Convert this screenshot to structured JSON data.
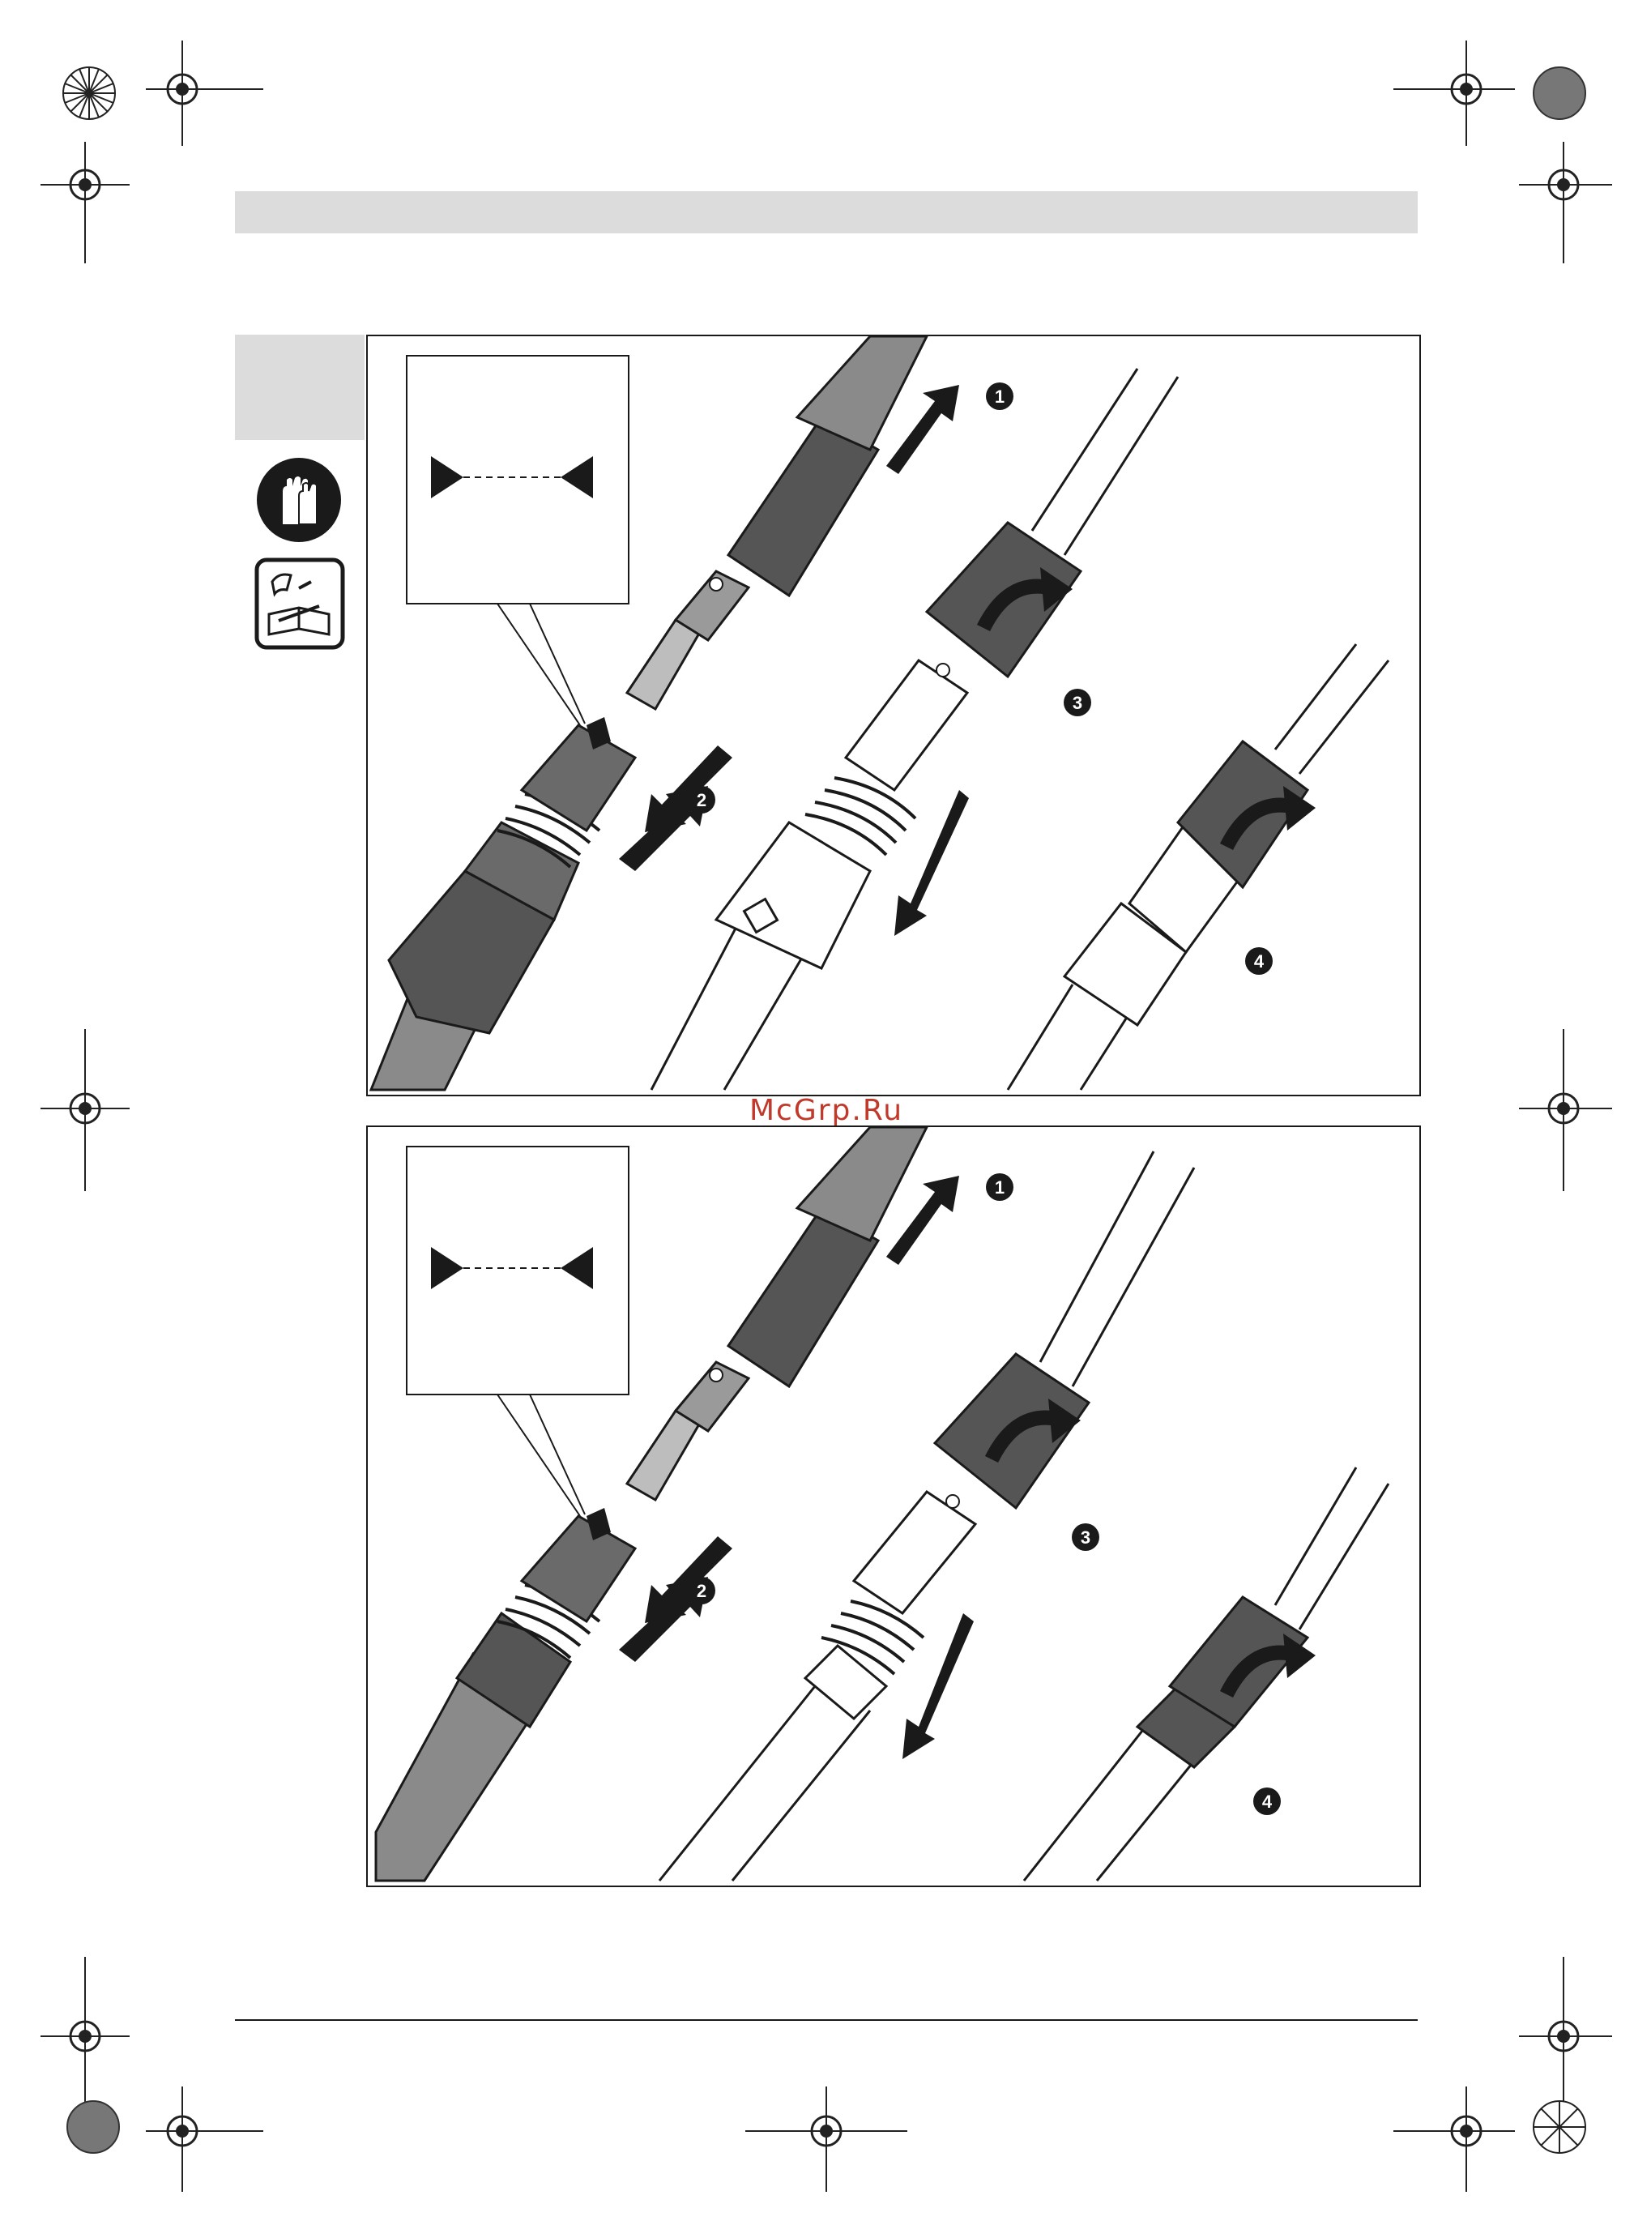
{
  "watermark": {
    "text": "McGrp.Ru"
  },
  "figure_top": {
    "steps": [
      "1",
      "2",
      "3",
      "4"
    ]
  },
  "figure_bottom": {
    "steps": [
      "1",
      "2",
      "3",
      "4"
    ]
  },
  "icons": {
    "gloves": "gloves-safety-icon",
    "manual": "read-manual-icon",
    "registration": "registration-mark-icon"
  },
  "colors": {
    "header_band": "#dcdcdc",
    "tool_dark": "#555555",
    "tool_mid": "#8a8a8a",
    "tool_light": "#bdbdbd",
    "ink": "#1a1a1a",
    "watermark": "#c0392b"
  }
}
